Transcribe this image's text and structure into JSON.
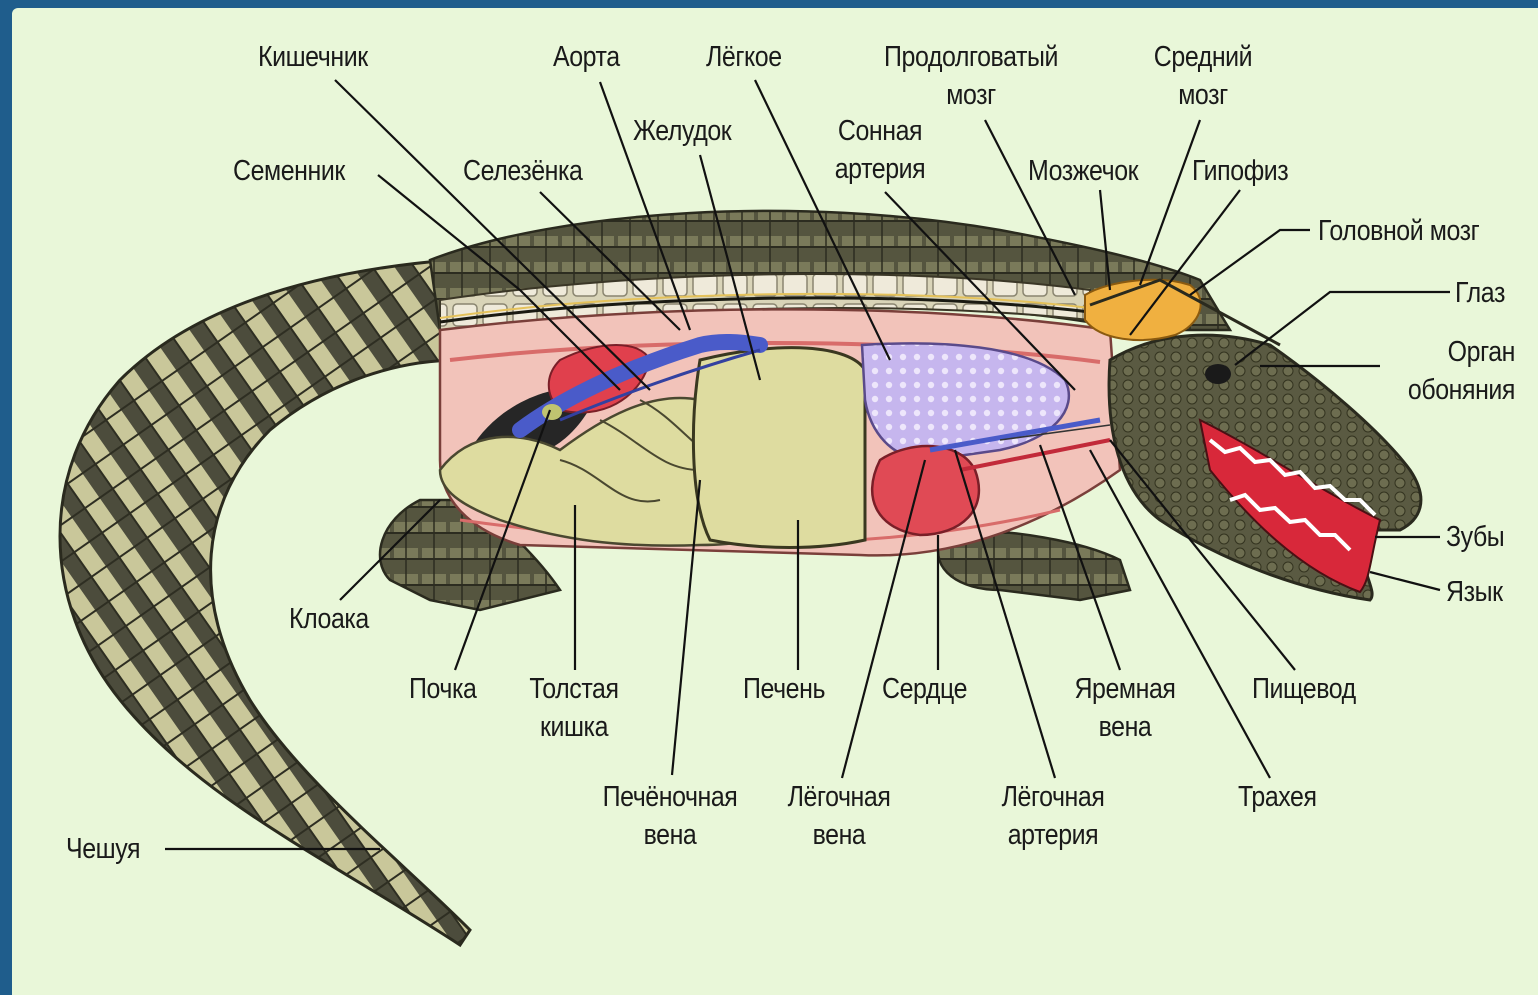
{
  "labels": {
    "kishechnik": "Кишечник",
    "aorta": "Аорта",
    "legkoe": "Лёгкое",
    "prodolgovaty_1": "Продолговатый",
    "prodolgovaty_2": "мозг",
    "sredny_1": "Средний",
    "sredny_2": "мозг",
    "zheludok": "Желудок",
    "sonnaya_1": "Сонная",
    "sonnaya_2": "артерия",
    "semennik": "Семенник",
    "selezenka": "Селезёнка",
    "mozzhechok": "Мозжечок",
    "gipofiz": "Гипофиз",
    "golovnoy": "Головной мозг",
    "glaz": "Глаз",
    "organ_1": "Орган",
    "organ_2": "обоняния",
    "zuby": "Зубы",
    "yazyk": "Язык",
    "kloaka": "Клоака",
    "pochka": "Почка",
    "tolstaya_1": "Толстая",
    "tolstaya_2": "кишка",
    "pechen": "Печень",
    "serdce": "Сердце",
    "yaremnaya_1": "Яремная",
    "yaremnaya_2": "вена",
    "pishchevod": "Пищевод",
    "trakheya": "Трахея",
    "pechenochnaya_1": "Печёночная",
    "pechenochnaya_2": "вена",
    "legochnaya_vena_1": "Лёгочная",
    "legochnaya_vena_2": "вена",
    "legochnaya_art_1": "Лёгочная",
    "legochnaya_art_2": "артерия",
    "cheshuya": "Чешуя"
  },
  "colors": {
    "background": "#e9f7d9",
    "border": "#1f5d8c",
    "scales_dark": "#4a4a3a",
    "scales_light": "#c9c79a",
    "body_cavity": "#f0b8b0",
    "lung": "#c9b8ee",
    "liver": "#dddca0",
    "heart": "#e04a55",
    "vein": "#4a5bc9",
    "brain": "#f0b040",
    "mouth": "#d8283a"
  }
}
